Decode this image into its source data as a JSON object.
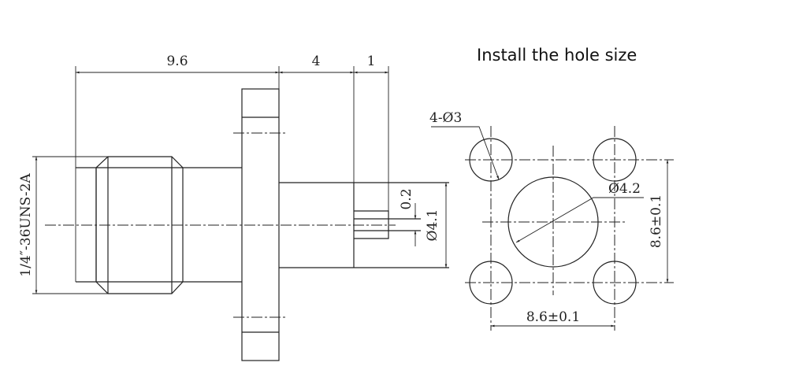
{
  "title": "Install the hole size",
  "side_view": {
    "dim_body_length": "9.6",
    "dim_rear_length": "4",
    "dim_pin_length": "1",
    "dim_thread": "1/4″-36UNS-2A",
    "dim_pin_offset": "0.2",
    "dim_rear_diameter": "Ø4.1"
  },
  "hole_pattern": {
    "dim_mount_holes": "4-Ø3",
    "dim_center_hole": "Ø4.2",
    "dim_horizontal_spacing": "8.6±0.1",
    "dim_vertical_spacing": "8.6±0.1"
  }
}
